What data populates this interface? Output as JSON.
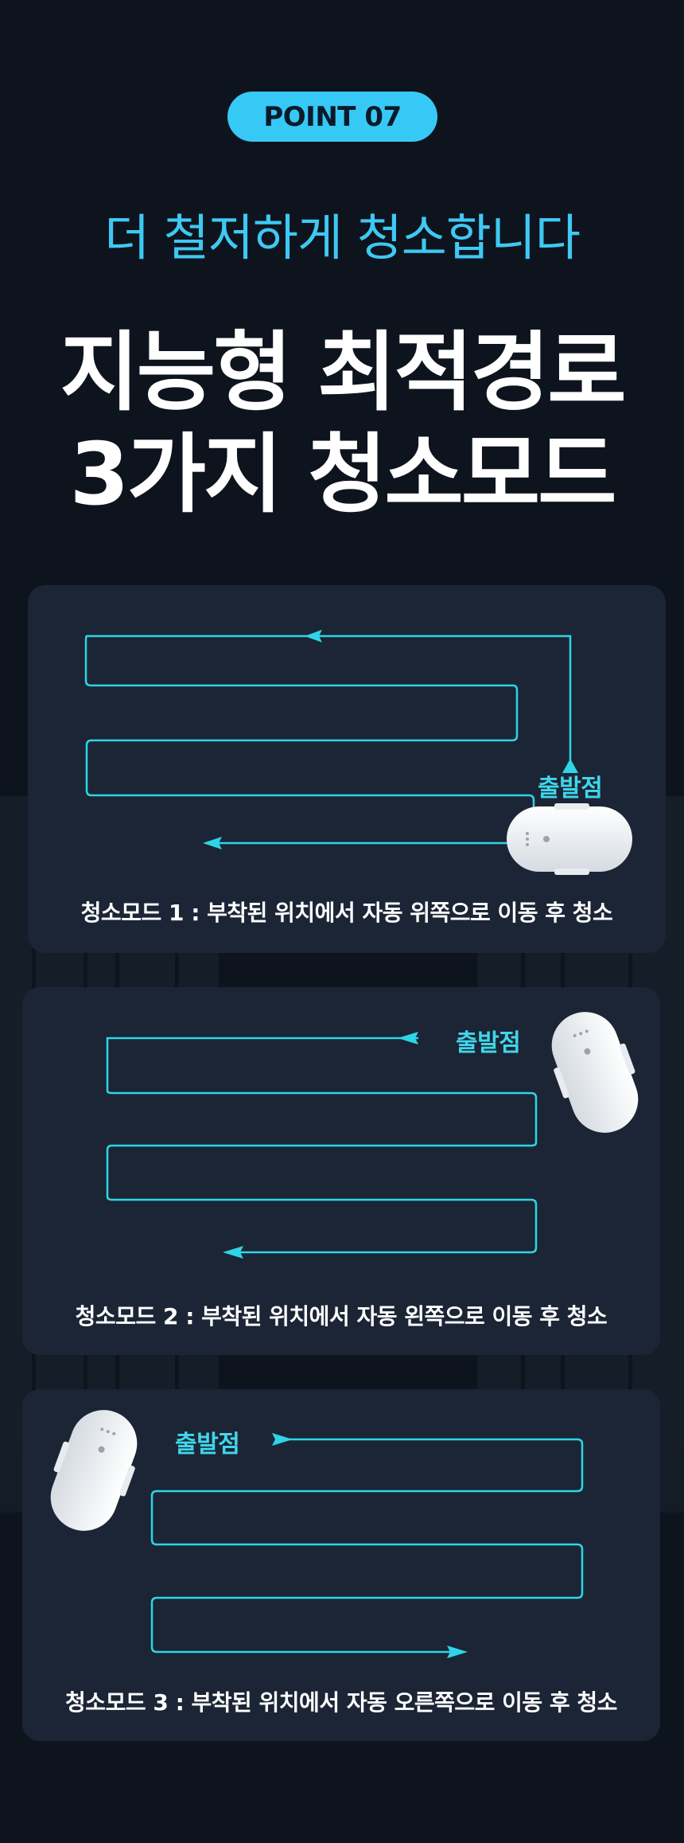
{
  "badge": {
    "label": "POINT 07"
  },
  "subtitle": "더 철저하게 청소합니다",
  "headline": {
    "line1": "지능형 최적경로",
    "line2": "3가지 청소모드"
  },
  "modes": [
    {
      "start_label": "출발점",
      "caption": "청소모드 1 : 부착된 위치에서 자동 위쪽으로 이동 후 청소"
    },
    {
      "start_label": "출발점",
      "caption": "청소모드 2 : 부착된 위치에서 자동 왼쪽으로 이동 후 청소"
    },
    {
      "start_label": "출발점",
      "caption": "청소모드 3 : 부착된 위치에서 자동 오른쪽으로 이동 후 청소"
    }
  ],
  "colors": {
    "background": "#0e141d",
    "card": "#1b2535",
    "badge": "#37c9f5",
    "subtitle": "#3fc8f4",
    "path": "#2fd5e6",
    "start_label": "#3fd6ea",
    "text": "#ffffff"
  },
  "icons": [
    "window-robot-icon",
    "arrow-head-icon"
  ]
}
